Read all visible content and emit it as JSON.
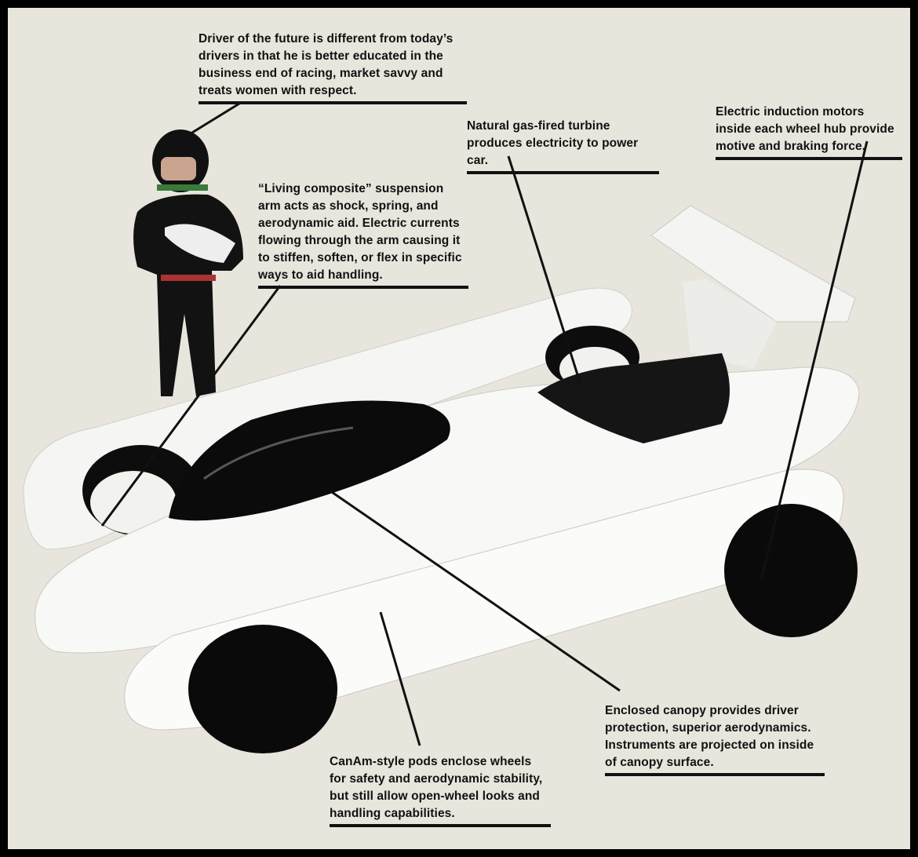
{
  "captions": {
    "driver": "Driver of the future is different from today’s drivers in that he is better educated in the business end of racing, market savvy and treats women with respect.",
    "turbine": "Natural gas-fired turbine produces electricity to power car.",
    "motors": "Electric induction motors inside each wheel hub provide motive and braking force.",
    "suspension": "“Living composite” suspension arm acts as shock, spring, and aerodynamic aid. Electric currents flowing through the arm causing it to stiffen, soften, or flex in specific ways to aid handling.",
    "canopy": "Enclosed canopy provides driver protection, superior aerodynamics. Instruments are projected on inside of canopy surface.",
    "pods": "CanAm-style pods enclose wheels for safety and aerodynamic stability, but still allow open-wheel looks and handling capabilities."
  },
  "colors": {
    "paper": "#e8e5dd",
    "ink": "#111111",
    "body": "#f7f7f5"
  }
}
